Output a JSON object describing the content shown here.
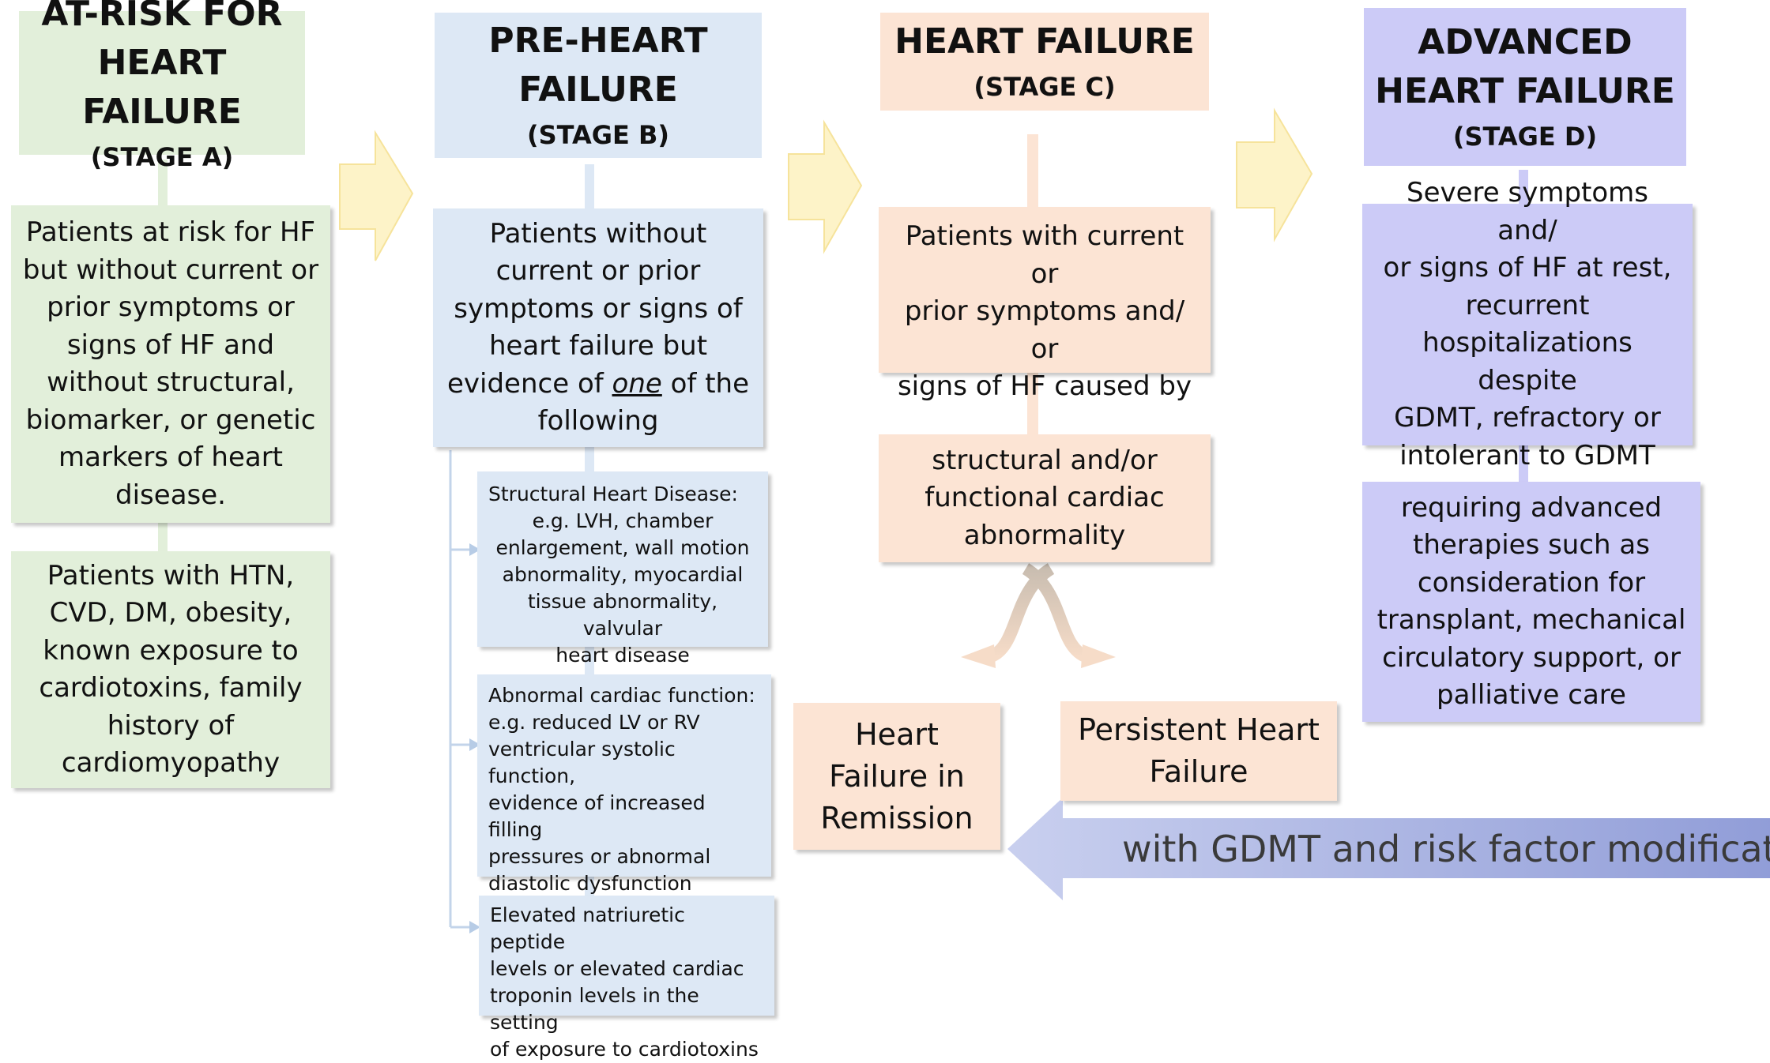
{
  "colors": {
    "stage_a": "#e2efda",
    "stage_b": "#dde8f5",
    "stage_c": "#fce4d4",
    "stage_d": "#cccbf7",
    "arrow_fill": "#fdf3c8",
    "arrow_stroke": "#f6e39b",
    "gdmt_arrow": "#9eaadb"
  },
  "stage_a": {
    "title_line1": "AT-RISK FOR",
    "title_line2": "HEART FAILURE",
    "stage": "(STAGE A)",
    "desc": [
      "Patients at risk for HF",
      "but without current or",
      "prior symptoms or",
      "signs of HF and",
      "without structural,",
      "biomarker, or genetic",
      "markers of heart",
      "disease."
    ],
    "examples": [
      "Patients with HTN,",
      "CVD, DM, obesity,",
      "known exposure to",
      "cardiotoxins, family",
      "history of",
      "cardiomyopathy"
    ]
  },
  "stage_b": {
    "title_line1": "PRE-HEART",
    "title_line2": "FAILURE",
    "stage": "(STAGE B)",
    "desc_line1": "Patients without",
    "desc_line2": "current or prior",
    "desc_line3": "symptoms or signs of",
    "desc_line4": "heart failure but",
    "desc_line5_pre": "evidence of ",
    "desc_line5_em": "one",
    "desc_line5_post": " of the",
    "desc_line6": "following",
    "items": [
      {
        "lines": [
          "Structural Heart Disease:",
          "e.g. LVH, chamber",
          "enlargement, wall motion",
          "abnormality, myocardial",
          "tissue abnormality, valvular",
          "heart disease"
        ]
      },
      {
        "lines": [
          "Abnormal cardiac function:",
          "e.g. reduced LV or RV",
          "ventricular systolic function,",
          "evidence of increased filling",
          "pressures or abnormal",
          "diastolic dysfunction"
        ]
      },
      {
        "lines": [
          "Elevated natriuretic peptide",
          "levels or elevated cardiac",
          "troponin levels in the setting",
          "of exposure to cardiotoxins"
        ]
      }
    ]
  },
  "stage_c": {
    "title": "HEART FAILURE",
    "stage": "(STAGE C)",
    "desc": [
      "Patients with current or",
      "prior symptoms and/ or",
      "signs of HF caused by"
    ],
    "cause": [
      "structural and/or",
      "functional cardiac",
      "abnormality"
    ],
    "remission": [
      "Heart",
      "Failure in",
      "Remission"
    ],
    "persistent": [
      "Persistent Heart",
      "Failure"
    ]
  },
  "stage_d": {
    "title_line1": "ADVANCED",
    "title_line2": "HEART FAILURE",
    "stage": "(STAGE D)",
    "desc": [
      "Severe symptoms and/",
      "or signs of HF at rest,",
      "recurrent",
      "hospitalizations despite",
      "GDMT, refractory or",
      "intolerant to GDMT"
    ],
    "therapies": [
      "requiring advanced",
      "therapies such as",
      "consideration for",
      "transplant, mechanical",
      "circulatory support, or",
      "palliative care"
    ]
  },
  "gdmt_label": "with GDMT and risk factor modification"
}
